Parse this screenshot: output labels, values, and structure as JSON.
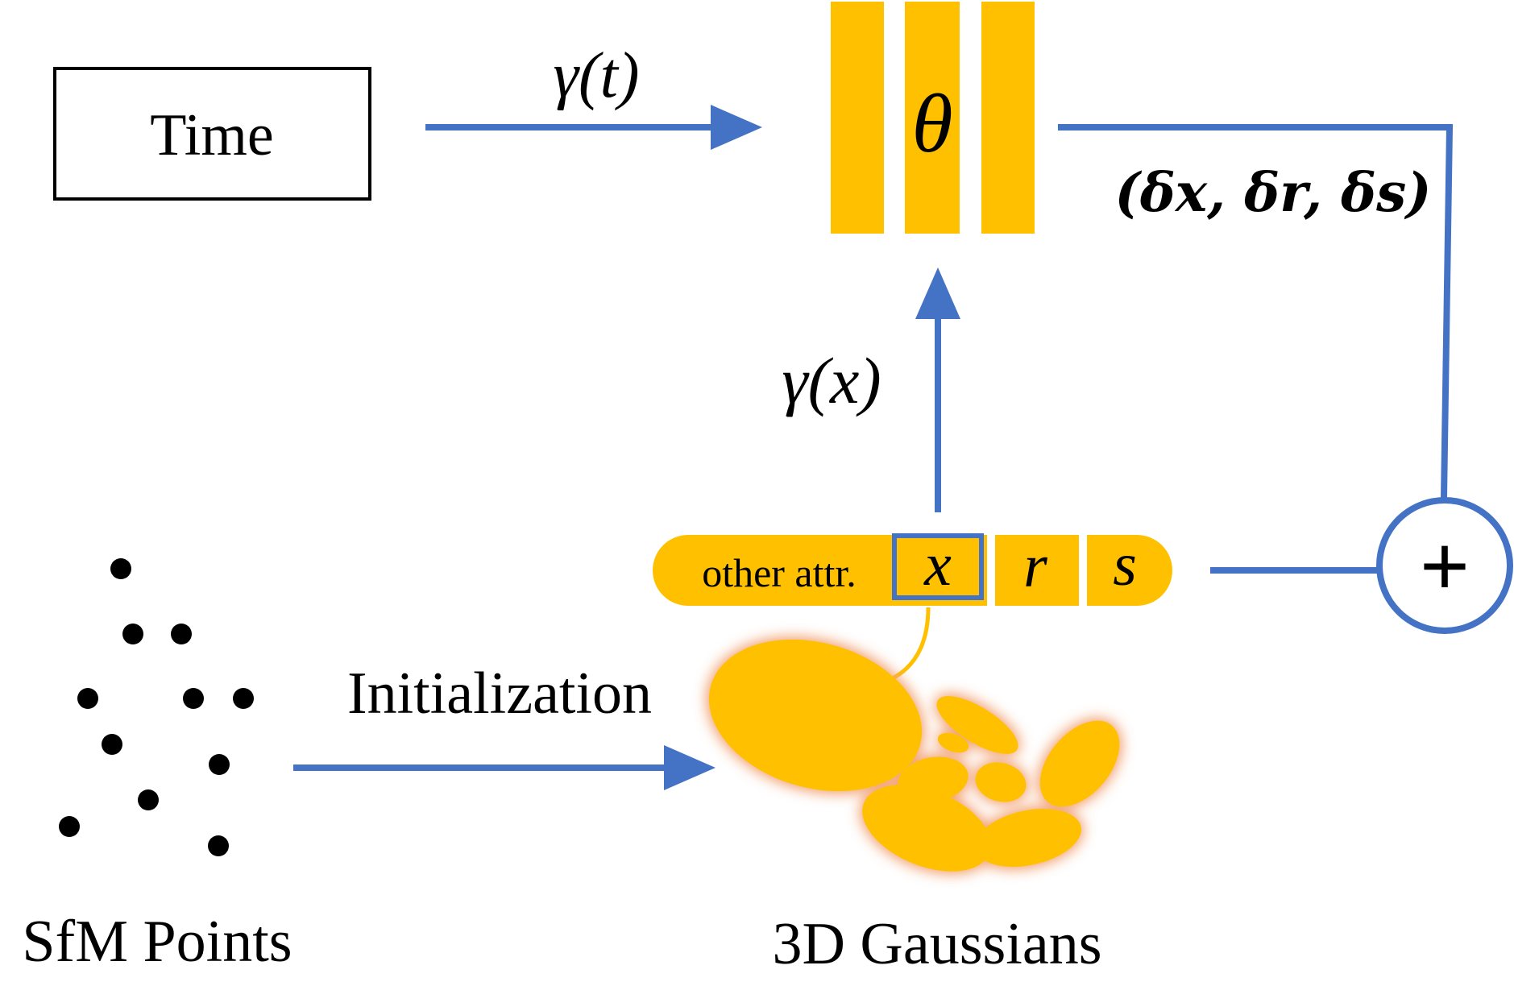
{
  "colors": {
    "accent_blue": "#4472C4",
    "gaussian_yellow": "#FFC000",
    "glow": "#F2A070",
    "ink": "#000000"
  },
  "time_box": {
    "label": "Time"
  },
  "time_encoding": {
    "label": "γ(t)"
  },
  "network": {
    "label": "θ"
  },
  "deformation": {
    "label": "(δx, δr, δs)"
  },
  "position_encoding": {
    "label": "γ(x)"
  },
  "attributes": {
    "other_label": "other attr.",
    "x_label": "x",
    "r_label": "r",
    "s_label": "s"
  },
  "sum_node": {
    "symbol": "+"
  },
  "initialization": {
    "label": "Initialization"
  },
  "sfm_points": {
    "label": "SfM Points",
    "icon": "point-cloud-icon"
  },
  "gaussians": {
    "label": "3D Gaussians",
    "icon": "ellipsoid-cluster-icon"
  }
}
